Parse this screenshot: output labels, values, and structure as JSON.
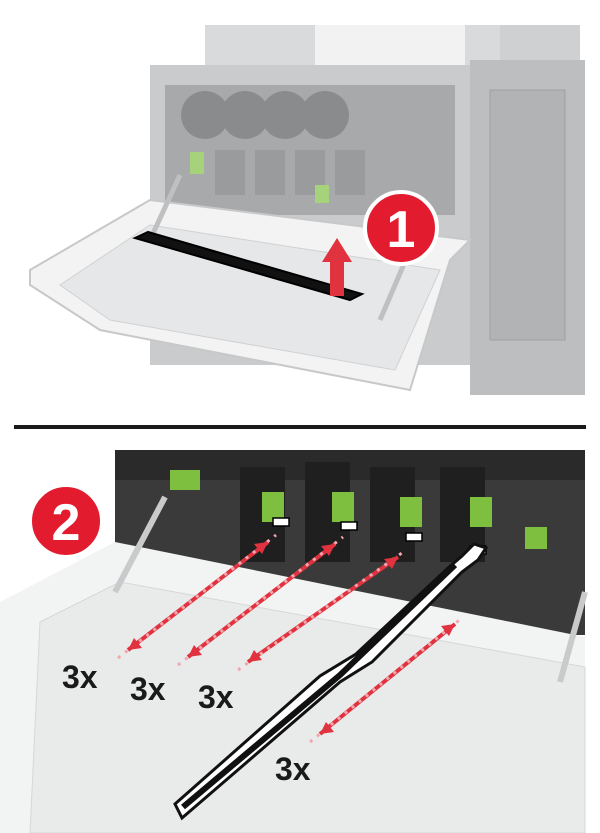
{
  "steps": [
    {
      "number": "1",
      "multiplier_labels": []
    },
    {
      "number": "2",
      "multiplier_labels": [
        "3x",
        "3x",
        "3x",
        "3x"
      ]
    }
  ],
  "colors": {
    "badge_red": "#e21b2e",
    "arrow_red": "#e0323f",
    "arrow_pink": "#f3a6ad",
    "printer_gray": "#c9cacb",
    "interior_dark": "#3a3a3a",
    "latch_green": "#7fbf3f",
    "wand_black": "#111111"
  },
  "icons": [
    "up-arrow-icon",
    "double-arrow-icon"
  ]
}
